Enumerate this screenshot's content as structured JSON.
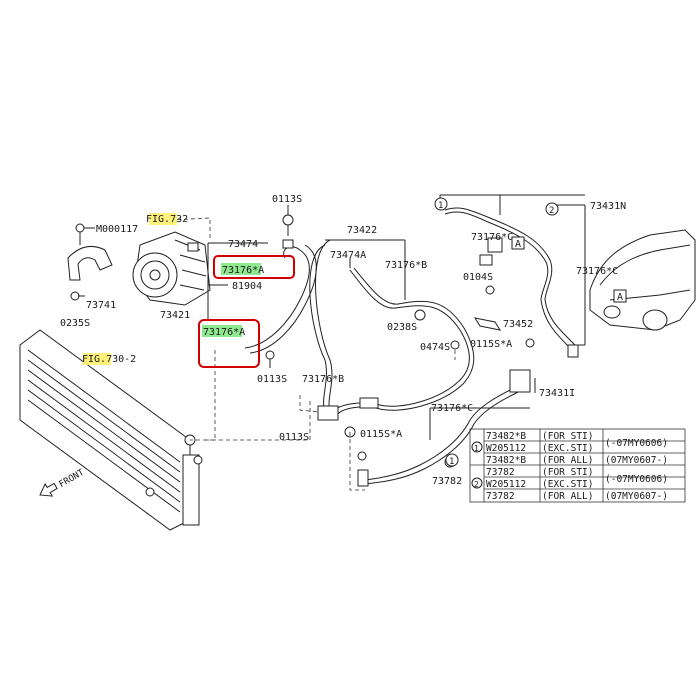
{
  "labels": {
    "fig732": "FIG.732",
    "fig730": "FIG.730-2",
    "m000117": "M000117",
    "p73741": "73741",
    "p0235s": "0235S",
    "p0113s_top": "0113S",
    "p73474": "73474",
    "p73176a_top": "73176*A",
    "p81904": "81904",
    "p73421": "73421",
    "p73176a_mid": "73176*A",
    "p0113s_mid": "0113S",
    "p73422": "73422",
    "p73474a": "73474A",
    "p73176b_top": "73176*B",
    "p73176b_mid": "73176*B",
    "p0238s": "0238S",
    "p0474s": "0474S",
    "p0113s_bot": "0113S",
    "p0115sa_mid": "0115S*A",
    "p0115sa_right": "0115S*A",
    "p73176c_top": "73176*C",
    "p0104s": "0104S",
    "p73452": "73452",
    "p73431n": "73431N",
    "p73176c_right": "73176*C",
    "p73176c_bot": "73176*C",
    "p73431i": "73431I",
    "p73782": "73782",
    "front": "FRONT",
    "callout1": "1",
    "callout2": "2",
    "boxA": "A",
    "boxA_car": "A"
  },
  "table": {
    "rows": [
      {
        "group": "1",
        "part": "73482*B",
        "cond": "(FOR STI)",
        "period": "(-07MY0606)"
      },
      {
        "group": "1",
        "part": "W205112",
        "cond": "(EXC.STI)",
        "period": ""
      },
      {
        "group": "1",
        "part": "73482*B",
        "cond": "(FOR ALL)",
        "period": "(07MY0607-)"
      },
      {
        "group": "2",
        "part": "73782",
        "cond": "(FOR STI)",
        "period": "(-07MY0606)"
      },
      {
        "group": "2",
        "part": "W205112",
        "cond": "(EXC.STI)",
        "period": ""
      },
      {
        "group": "2",
        "part": "73782",
        "cond": "(FOR ALL)",
        "period": "(07MY0607-)"
      }
    ]
  },
  "colors": {
    "highlight_green": "#8fe88f",
    "highlight_yellow": "#fff27a",
    "callout_red": "#d10000"
  }
}
